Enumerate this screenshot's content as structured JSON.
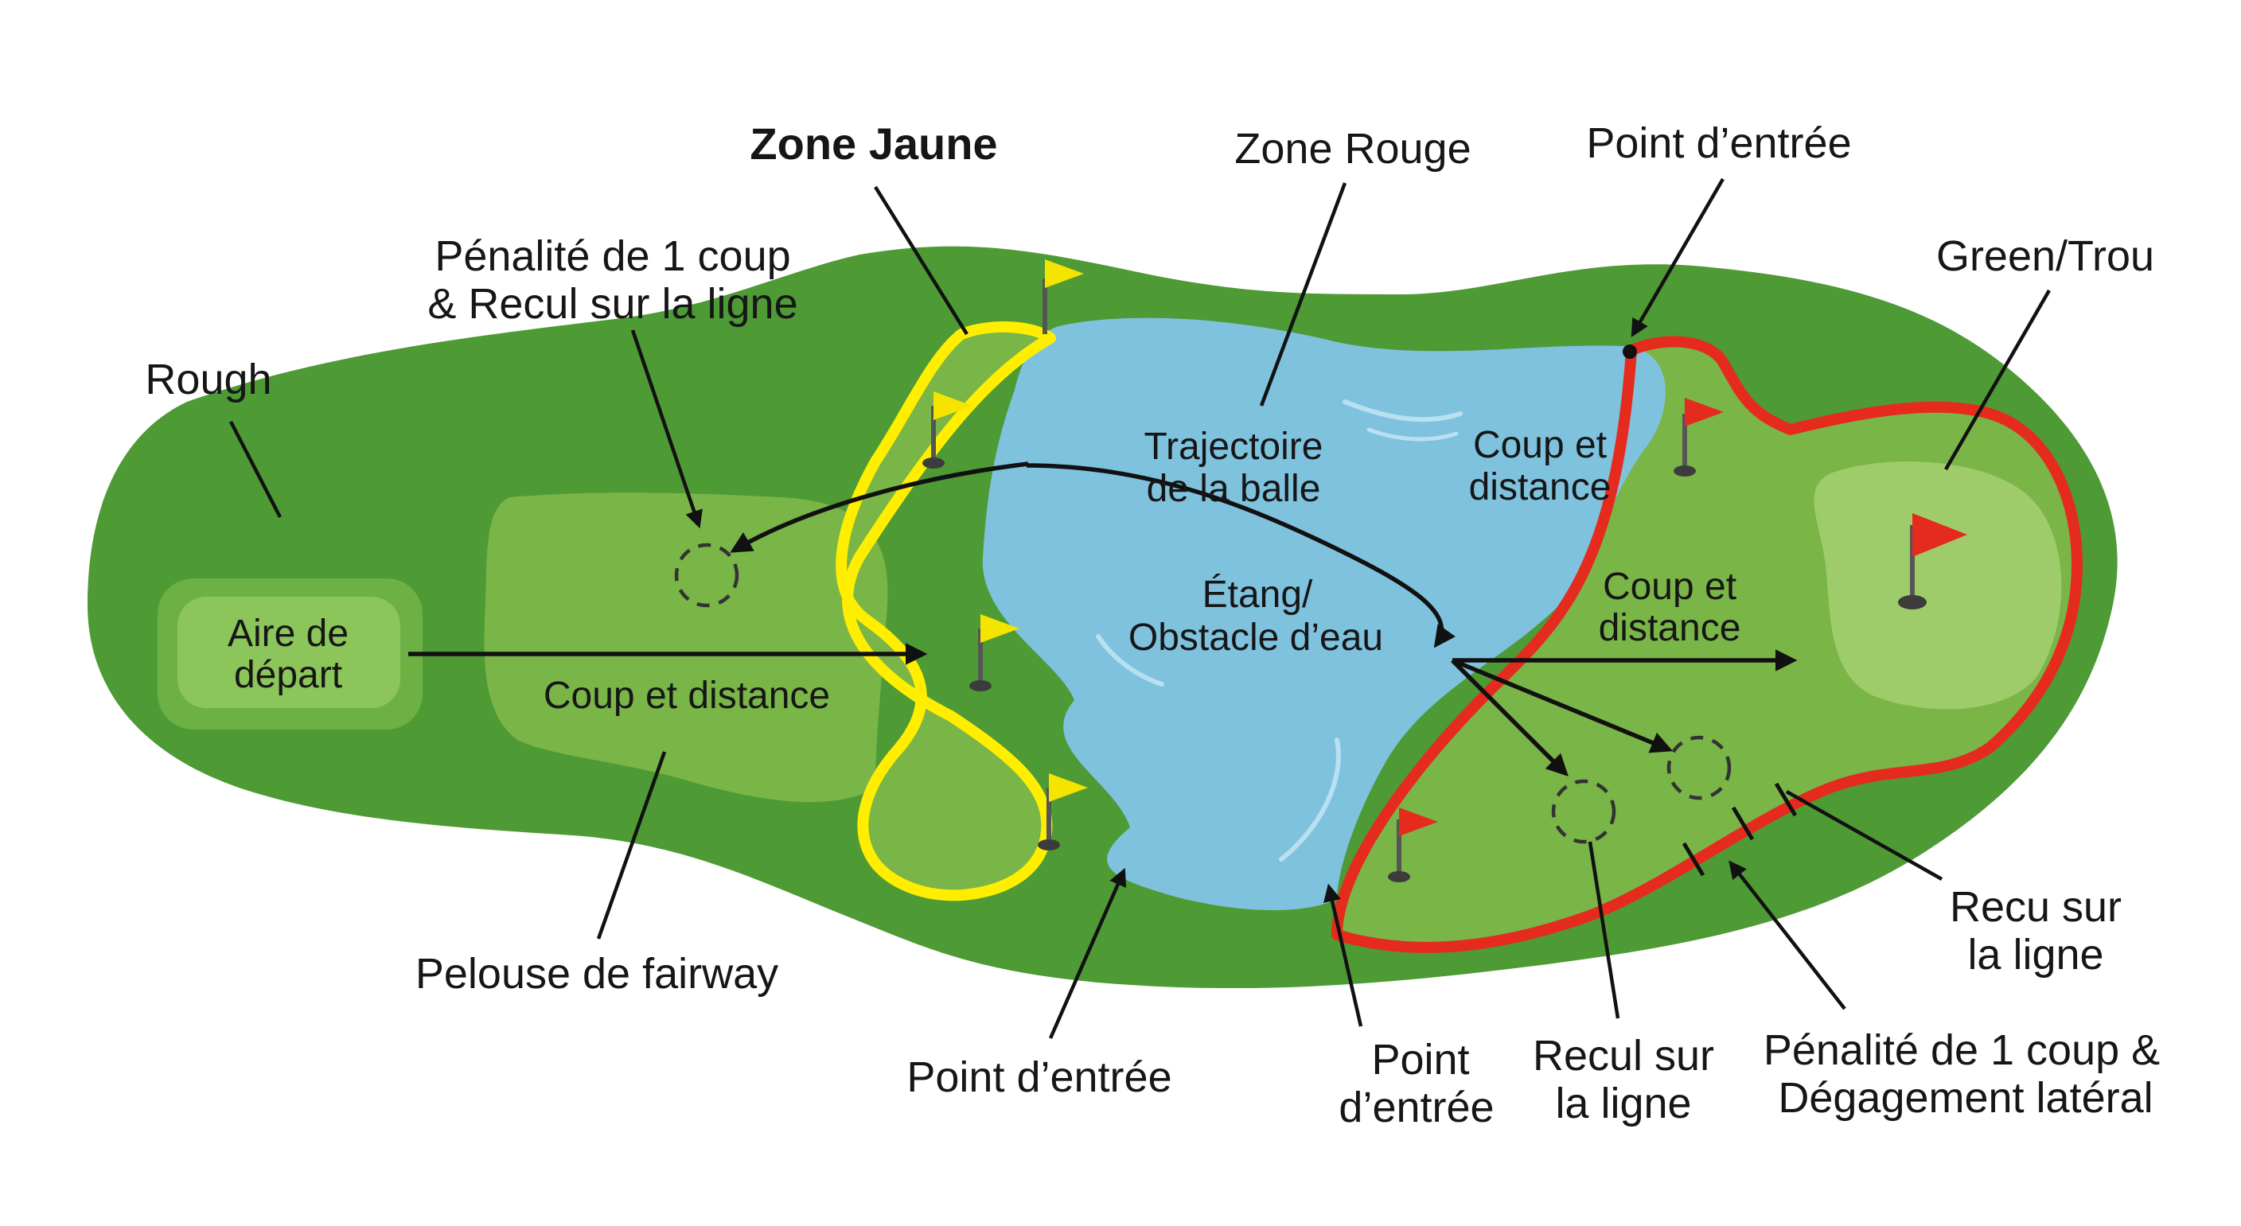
{
  "labels": {
    "rough": "Rough",
    "aire_depart_1": "Aire de",
    "aire_depart_2": "départ",
    "penalite_recul_1": "Pénalité de 1 coup",
    "penalite_recul_2": "& Recul sur la ligne",
    "zone_jaune": "Zone Jaune",
    "zone_rouge": "Zone Rouge",
    "point_entree_top": "Point d’entrée",
    "green_trou": "Green/Trou",
    "trajectoire_1": "Trajectoire",
    "trajectoire_2": "de la balle",
    "coup_distance_pond_1": "Coup et",
    "coup_distance_pond_2": "distance",
    "etang_1": "Étang/",
    "etang_2": "Obstacle d’eau",
    "coup_distance_fairway": "Coup et distance",
    "coup_distance_right_1": "Coup et",
    "coup_distance_right_2": "distance",
    "pelouse_fairway": "Pelouse de fairway",
    "point_entree_bottom_left": "Point d’entrée",
    "point_entree_bottom_1": "Point",
    "point_entree_bottom_2": "d’entrée",
    "recul_ligne_1": "Recul sur",
    "recul_ligne_2": "la ligne",
    "recu_ligne_1": "Recu sur",
    "recu_ligne_2": "la ligne",
    "penalite_lateral_1": "Pénalité de 1 coup &",
    "penalite_lateral_2": "Dégagement latéral"
  },
  "colors": {
    "rough": "#4e9a35",
    "fairway": "#7ab548",
    "tee": "#8cc55a",
    "green": "#9fcc6a",
    "water": "#7fc2de",
    "yellow_line": "#ffee00",
    "red_line": "#e52b1e",
    "yellow_flag": "#f5e400",
    "red_flag": "#e52b1e"
  }
}
